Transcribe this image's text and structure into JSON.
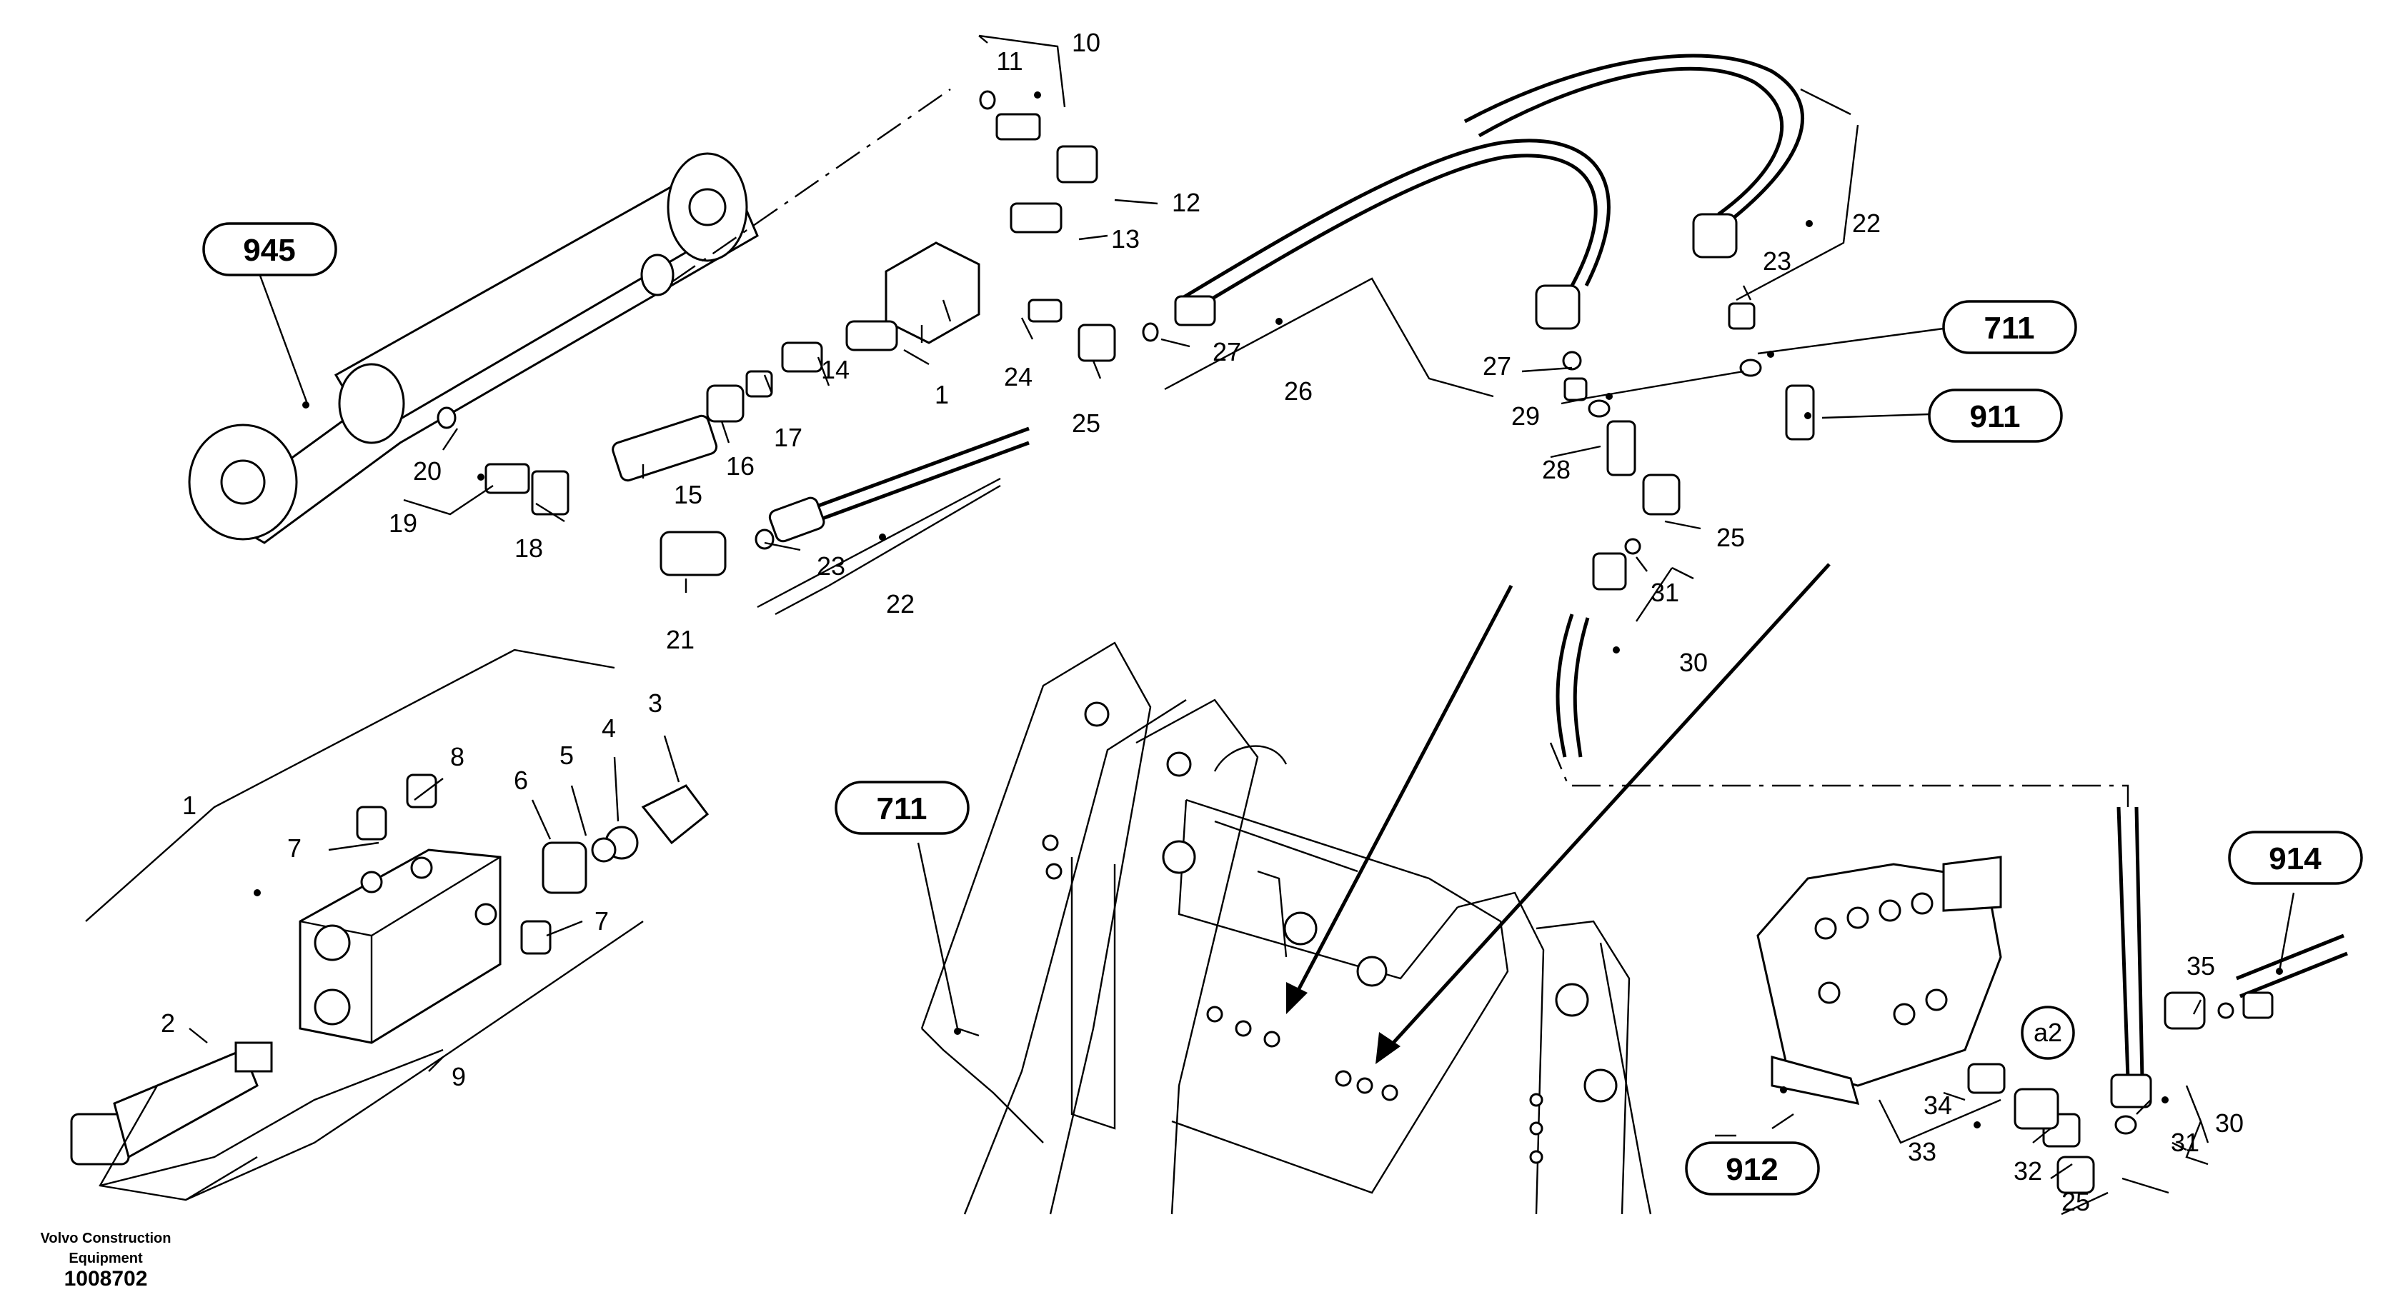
{
  "diagram": {
    "callouts": [
      "1",
      "2",
      "3",
      "4",
      "5",
      "6",
      "7",
      "8",
      "9",
      "10",
      "11",
      "12",
      "13",
      "14",
      "15",
      "16",
      "17",
      "18",
      "19",
      "20",
      "21",
      "22",
      "23",
      "24",
      "25",
      "26",
      "27",
      "28",
      "29",
      "30",
      "31",
      "32",
      "33",
      "34",
      "35"
    ],
    "reference_labels": {
      "r945": "945",
      "r711a": "711",
      "r911": "911",
      "r711b": "711",
      "r914": "914",
      "r912": "912",
      "a2": "a2"
    },
    "footer": {
      "line1": "Volvo Construction",
      "line2": "Equipment",
      "code": "1008702"
    }
  }
}
